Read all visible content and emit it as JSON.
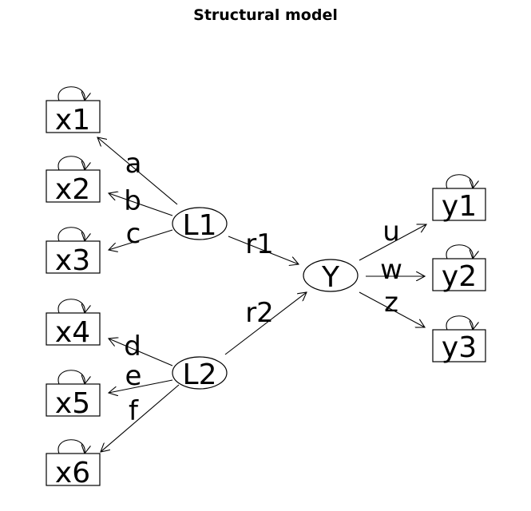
{
  "title": "Structural model",
  "nodes": {
    "x1": "x1",
    "x2": "x2",
    "x3": "x3",
    "x4": "x4",
    "x5": "x5",
    "x6": "x6",
    "L1": "L1",
    "L2": "L2",
    "Y": "Y",
    "y1": "y1",
    "y2": "y2",
    "y3": "y3"
  },
  "paths": {
    "a": "a",
    "b": "b",
    "c": "c",
    "d": "d",
    "e": "e",
    "f": "f",
    "r1": "r1",
    "r2": "r2",
    "u": "u",
    "w": "w",
    "z": "z"
  }
}
